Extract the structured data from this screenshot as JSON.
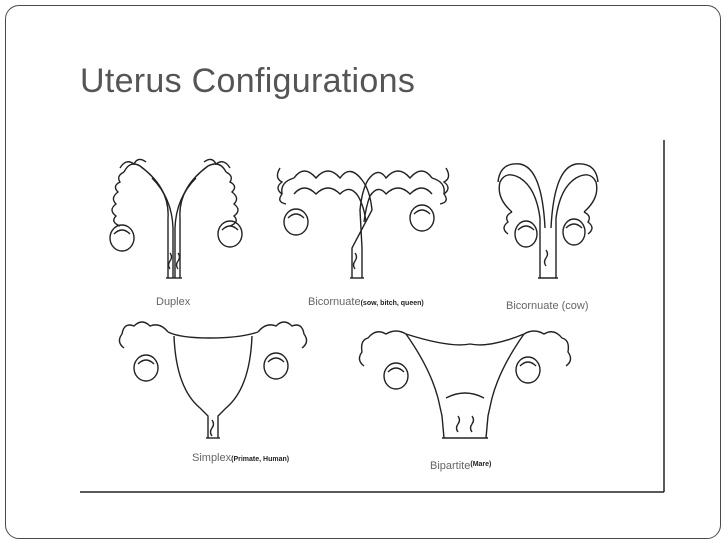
{
  "slide": {
    "title": "Uterus Configurations"
  },
  "figure": {
    "captions": {
      "duplex": {
        "main": "Duplex",
        "sub": ""
      },
      "bicornuate_sow": {
        "main": "Bicornuate",
        "sub": "(sow, bitch, queen)"
      },
      "bicornuate_cow": {
        "main": "Bicornuate (cow)",
        "sub": ""
      },
      "simplex": {
        "main": "Simplex",
        "sub": "(Primate, Human)"
      },
      "bipartite": {
        "main": "Bipartite",
        "sub": "(Mare)"
      }
    }
  },
  "colors": {
    "line": "#222222",
    "frame": "#4a4a4a",
    "title": "#555555"
  }
}
